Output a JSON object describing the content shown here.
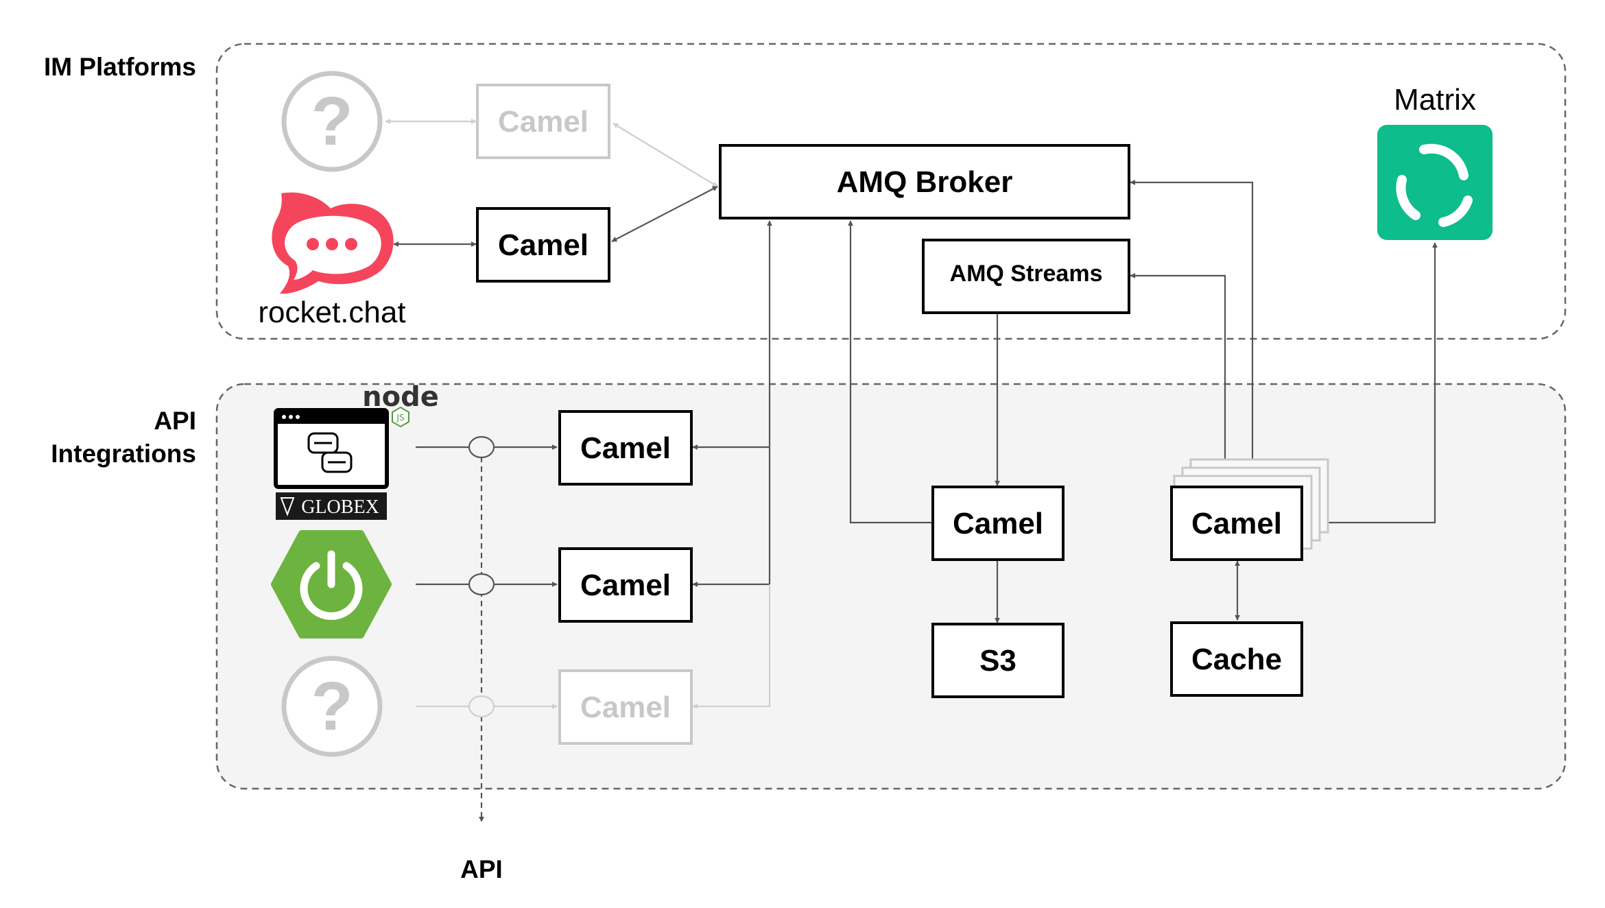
{
  "groups": {
    "im_platforms": "IM Platforms",
    "api_integrations_line1": "API",
    "api_integrations_line2": "Integrations"
  },
  "platforms": {
    "rocketchat": "rocket.chat",
    "matrix": "Matrix",
    "globex": "GLOBEX",
    "node_logo": "node",
    "node_js_badge": "JS"
  },
  "components": {
    "camel_unknown_im": "Camel",
    "camel_rocketchat": "Camel",
    "amq_broker": "AMQ Broker",
    "amq_streams": "AMQ Streams",
    "camel_globex": "Camel",
    "camel_spring": "Camel",
    "camel_unknown_api": "Camel",
    "camel_streams_consumer": "Camel",
    "camel_matrix": "Camel",
    "s3": "S3",
    "cache": "Cache"
  },
  "unknown_symbol": "?",
  "api_endpoint": "API",
  "colors": {
    "rocketchat": "#f5455c",
    "spring": "#6db33f",
    "matrix": "#0dbd8b",
    "node": "#539e43",
    "api_area": "#f4f4f4",
    "dimmed": "#c8c8c8"
  }
}
